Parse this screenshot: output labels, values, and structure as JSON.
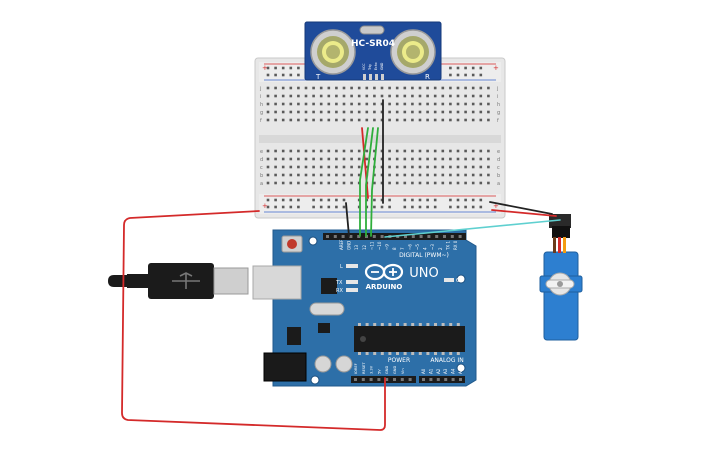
{
  "sensor": {
    "model": "HC-SR04",
    "left_mark": "T",
    "right_mark": "R",
    "pins": [
      "VCC",
      "Trig",
      "Echo",
      "GND"
    ],
    "color": "#1f4b9a"
  },
  "board": {
    "brand": "ARDUINO",
    "model": "UNO",
    "on_label": "ON",
    "tx_label": "TX",
    "rx_label": "RX",
    "l_label": "L",
    "digital_label": "DIGITAL (PWM~)",
    "power_label": "POWER",
    "analog_label": "ANALOG IN",
    "top_pins": [
      "AREF",
      "GND",
      "13",
      "12",
      "~11",
      "~10",
      "~9",
      "8",
      "7",
      "~6",
      "~5",
      "4",
      "~3",
      "2",
      "TX 1",
      "RX 0"
    ],
    "power_pins": [
      "IOREF",
      "RESET",
      "3.3V",
      "5V",
      "GND",
      "GND",
      "Vin"
    ],
    "analog_pins": [
      "A0",
      "A1",
      "A2",
      "A3",
      "A4",
      "A5"
    ],
    "color": "#2d6fa8"
  },
  "breadboard": {
    "row_letters_top": [
      "j",
      "i",
      "h",
      "g",
      "f"
    ],
    "row_letters_bottom": [
      "e",
      "d",
      "c",
      "b",
      "a"
    ],
    "rail_plus": "+",
    "rail_minus": "-"
  },
  "wires": {
    "power_color": "#d42a2a",
    "ground_color": "#222222",
    "signal_color": "#2fae3c",
    "servo_signal_color": "#5fd0d0"
  },
  "icons": {
    "usb": "usb-cable-icon",
    "servo": "servo-motor-icon"
  }
}
